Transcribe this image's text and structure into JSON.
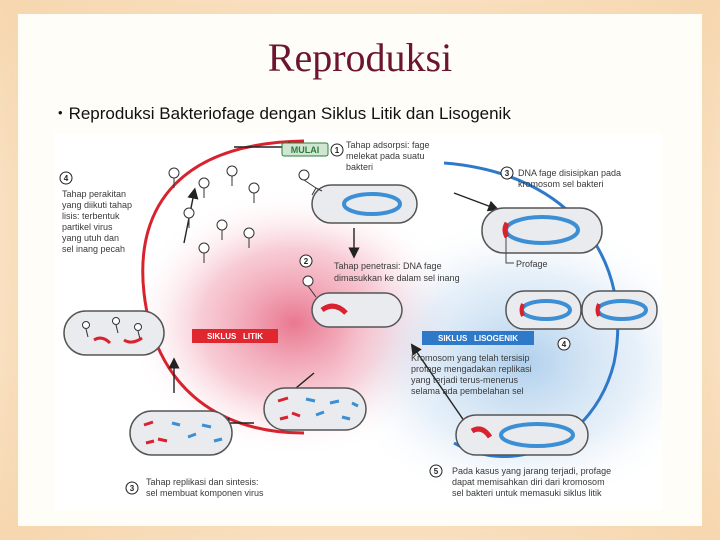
{
  "slide": {
    "title": "Reproduksi",
    "bullet": "Reproduksi Bakteriofage dengan Siklus Litik dan Lisogenik"
  },
  "diagram": {
    "start_label": "MULAI",
    "litic_label": "SIKLUS   LITIK",
    "lysogenic_label": "SIKLUS   LISOGENIK",
    "step1": {
      "num": "1",
      "lines": [
        "Tahap adsorpsi: fage",
        "melekat pada suatu",
        "bakteri"
      ]
    },
    "step2": {
      "num": "2",
      "lines": [
        "Tahap penetrasi: DNA fage",
        "dimasukkan ke dalam sel inang"
      ]
    },
    "step3_litic": {
      "num": "3",
      "lines": [
        "Tahap replikasi dan sintesis:",
        "sel membuat komponen virus"
      ]
    },
    "step4_litic": {
      "num": "4",
      "lines": [
        "Tahap perakitan",
        "yang diikuti tahap",
        "lisis: terbentuk",
        "partikel virus",
        "yang utuh dan",
        "sel inang pecah"
      ]
    },
    "step3_lyso": {
      "num": "3",
      "lines": [
        "DNA fage disisipkan pada",
        "kromosom sel bakteri"
      ]
    },
    "prophage_label": "Profage",
    "step4_lyso": {
      "num": "4",
      "lines": [
        "Kromosom yang telah tersisip",
        "profage mengadakan replikasi",
        "yang terjadi terus-menerus",
        "selama ada pembelahan sel"
      ]
    },
    "step5": {
      "num": "5",
      "lines": [
        "Pada kasus yang jarang terjadi, profage",
        "dapat memisahkan diri dari kromosom",
        "sel bakteri untuk memasuki siklus litik"
      ]
    },
    "colors": {
      "title": "#6b1530",
      "litic_glow": "#e8708a",
      "lysogenic_glow": "#9cc4e8",
      "litic_badge": "#e0262e",
      "lysogenic_badge": "#2f79c9",
      "cell_fill": "#e9ebee",
      "chromosome": "#3c8fd4",
      "phage_dna": "#d8232f"
    }
  }
}
